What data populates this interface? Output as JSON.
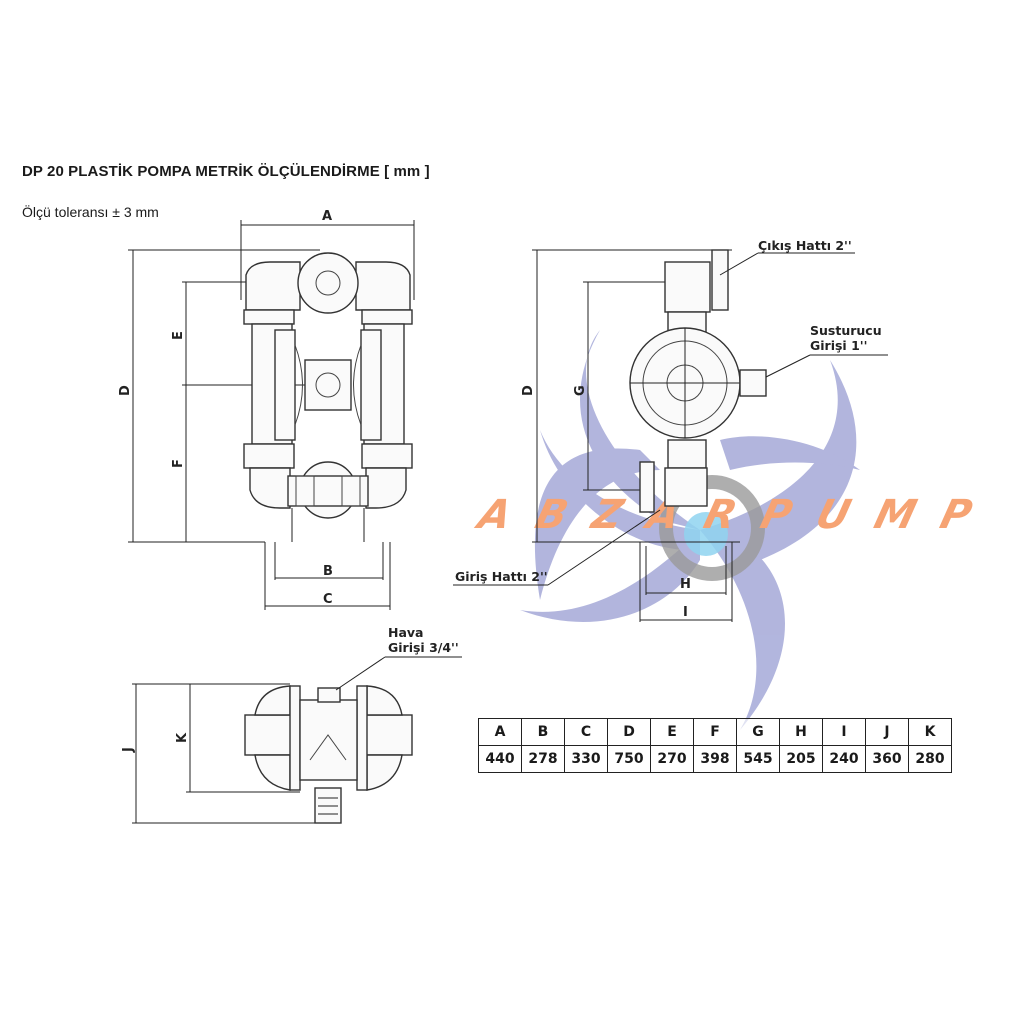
{
  "header": {
    "title": "DP 20 PLASTİK POMPA METRİK ÖLÇÜLENDİRME [ mm ]",
    "tolerance": "Ölçü toleransı ± 3 mm"
  },
  "front_view": {
    "labels": {
      "A": "A",
      "B": "B",
      "C": "C",
      "D": "D",
      "E": "E",
      "F": "F"
    }
  },
  "side_view": {
    "labels": {
      "D": "D",
      "G": "G",
      "H": "H",
      "I": "I"
    },
    "callouts": {
      "outlet": "Çıkış Hattı 2''",
      "muffler_line1": "Susturucu",
      "muffler_line2": "Girişi 1''",
      "inlet": "Giriş Hattı 2''"
    }
  },
  "top_view": {
    "labels": {
      "J": "J",
      "K": "K"
    },
    "callouts": {
      "air_line1": "Hava",
      "air_line2": "Girişi 3/4''"
    }
  },
  "dimensions_table": {
    "headers": [
      "A",
      "B",
      "C",
      "D",
      "E",
      "F",
      "G",
      "H",
      "I",
      "J",
      "K"
    ],
    "values": [
      "440",
      "278",
      "330",
      "750",
      "270",
      "398",
      "545",
      "205",
      "240",
      "360",
      "280"
    ]
  },
  "watermark": {
    "text": "ABZARPUMP",
    "colors": {
      "swirl": "#9ea3d4",
      "text": "#f6a373",
      "ring": "#9a9a9a",
      "dot": "#8fd3f0"
    }
  }
}
